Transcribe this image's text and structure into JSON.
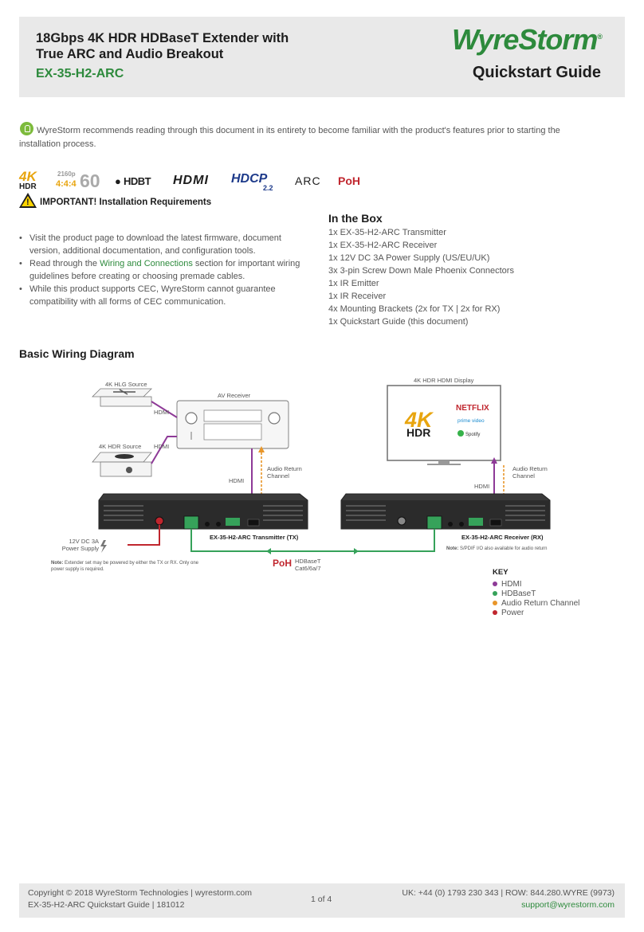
{
  "header": {
    "title": "18Gbps 4K HDR HDBaseT Extender with True ARC and Audio Breakout",
    "model": "EX-35-H2-ARC",
    "brand": "WyreStorm",
    "brand_mark": "®",
    "guide_label": "Quickstart Guide",
    "brand_color": "#2d8a3c"
  },
  "recommendation": {
    "icon": "lightbulb-icon",
    "text": "WyreStorm recommends reading through this document in its entirety to become familiar with the product's features prior to starting the installation process."
  },
  "feature_logos": {
    "fourk": "4K",
    "hdr": "HDR",
    "res": "2160p",
    "chroma": "4:4:4",
    "fps": "60",
    "hdbaset": "HDBT",
    "hdmi": "HDMI",
    "hdcp": "HDCP",
    "hdcp_ver": "2.2",
    "arc": "ARC",
    "poh": "PoH"
  },
  "important": {
    "heading": "IMPORTANT! Installation Requirements",
    "items": [
      "Visit the product page to download the latest firmware, document version, additional documentation, and configuration tools.",
      "Read through the ",
      "Wiring and Connections",
      " section for important wiring guidelines before creating or choosing premade cables.",
      "While this product supports CEC, WyreStorm cannot guarantee compatibility with all forms of CEC communication."
    ]
  },
  "in_the_box": {
    "heading": "In the Box",
    "items": [
      "1x EX-35-H2-ARC Transmitter",
      "1x EX-35-H2-ARC Receiver",
      "1x 12V DC 3A Power Supply (US/EU/UK)",
      "3x 3-pin Screw Down Male Phoenix Connectors",
      "1x IR Emitter",
      "1x IR Receiver",
      "4x Mounting Brackets (2x for TX | 2x for RX)",
      "1x Quickstart Guide (this document)"
    ]
  },
  "wiring": {
    "heading": "Basic Wiring Diagram",
    "labels": {
      "hlg_source": "4K HLG Source",
      "hdr_source": "4K HDR Source",
      "av_receiver": "AV Receiver",
      "hdmi": "HDMI",
      "display": "4K HDR HDMI Display",
      "arc_channel": "Audio Return Channel",
      "tx": "EX-35-H2-ARC Transmitter (TX)",
      "rx": "EX-35-H2-ARC Receiver (RX)",
      "power": "12V DC 3A Power Supply",
      "note_label": "Note:",
      "note_power": "Extender set may be powered by either the TX or RX. Only one power supply is required.",
      "note_spdif": "S/PDIF I/O also available for audio return",
      "hdbaset": "HDBaseT",
      "cable": "Cat6/6a/7",
      "poh": "PoH",
      "screen_4k": "4K",
      "screen_hdr": "HDR",
      "netflix": "NETFLIX",
      "prime": "prime video",
      "spotify": "Spotify"
    },
    "colors": {
      "hdmi": "#8e3a97",
      "hdbaset": "#36a25a",
      "arc": "#e8962a",
      "power": "#c0262e"
    }
  },
  "key": {
    "title": "KEY",
    "items": [
      {
        "label": "HDMI",
        "color": "#8e3a97"
      },
      {
        "label": "HDBaseT",
        "color": "#36a25a"
      },
      {
        "label": "Audio Return Channel",
        "color": "#e8962a"
      },
      {
        "label": "Power",
        "color": "#c0262e"
      }
    ]
  },
  "footer": {
    "copyright": "Copyright © 2018 WyreStorm Technologies | wyrestorm.com",
    "doc_id": "EX-35-H2-ARC Quickstart Guide | 181012",
    "page": "1 of 4",
    "phones": "UK: +44 (0) 1793 230 343 | ROW: 844.280.WYRE (9973)",
    "email": "support@wyrestorm.com"
  }
}
